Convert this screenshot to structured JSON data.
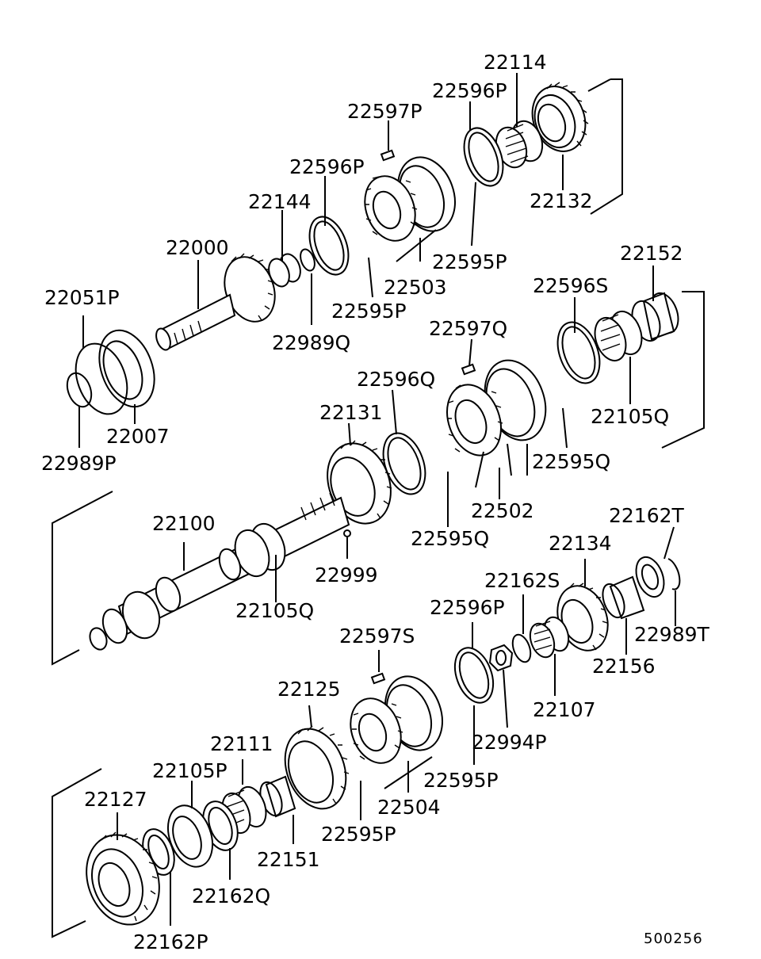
{
  "labels": [
    {
      "id": "22114",
      "text": "22114"
    },
    {
      "id": "22596P_a",
      "text": "22596P"
    },
    {
      "id": "22597P",
      "text": "22597P"
    },
    {
      "id": "22596P_b",
      "text": "22596P"
    },
    {
      "id": "22144",
      "text": "22144"
    },
    {
      "id": "22000",
      "text": "22000"
    },
    {
      "id": "22132",
      "text": "22132"
    },
    {
      "id": "22595P_a",
      "text": "22595P"
    },
    {
      "id": "22503",
      "text": "22503"
    },
    {
      "id": "22595P_b",
      "text": "22595P"
    },
    {
      "id": "22989Q",
      "text": "22989Q"
    },
    {
      "id": "22051P",
      "text": "22051P"
    },
    {
      "id": "22152",
      "text": "22152"
    },
    {
      "id": "22596S",
      "text": "22596S"
    },
    {
      "id": "22597Q",
      "text": "22597Q"
    },
    {
      "id": "22596Q",
      "text": "22596Q"
    },
    {
      "id": "22131",
      "text": "22131"
    },
    {
      "id": "22007",
      "text": "22007"
    },
    {
      "id": "22989P",
      "text": "22989P"
    },
    {
      "id": "22105Q_a",
      "text": "22105Q"
    },
    {
      "id": "22595Q_a",
      "text": "22595Q"
    },
    {
      "id": "22502",
      "text": "22502"
    },
    {
      "id": "22595Q_b",
      "text": "22595Q"
    },
    {
      "id": "22100",
      "text": "22100"
    },
    {
      "id": "22999",
      "text": "22999"
    },
    {
      "id": "22162T",
      "text": "22162T"
    },
    {
      "id": "22134",
      "text": "22134"
    },
    {
      "id": "22162S",
      "text": "22162S"
    },
    {
      "id": "22105Q_b",
      "text": "22105Q"
    },
    {
      "id": "22596P_c",
      "text": "22596P"
    },
    {
      "id": "22989T",
      "text": "22989T"
    },
    {
      "id": "22597S",
      "text": "22597S"
    },
    {
      "id": "22156",
      "text": "22156"
    },
    {
      "id": "22107",
      "text": "22107"
    },
    {
      "id": "22125",
      "text": "22125"
    },
    {
      "id": "22994P",
      "text": "22994P"
    },
    {
      "id": "22111",
      "text": "22111"
    },
    {
      "id": "22595P_c",
      "text": "22595P"
    },
    {
      "id": "22105P",
      "text": "22105P"
    },
    {
      "id": "22504",
      "text": "22504"
    },
    {
      "id": "22127",
      "text": "22127"
    },
    {
      "id": "22595P_d",
      "text": "22595P"
    },
    {
      "id": "22151",
      "text": "22151"
    },
    {
      "id": "22162Q",
      "text": "22162Q"
    },
    {
      "id": "22162P",
      "text": "22162P"
    }
  ],
  "reference_number": "500256"
}
